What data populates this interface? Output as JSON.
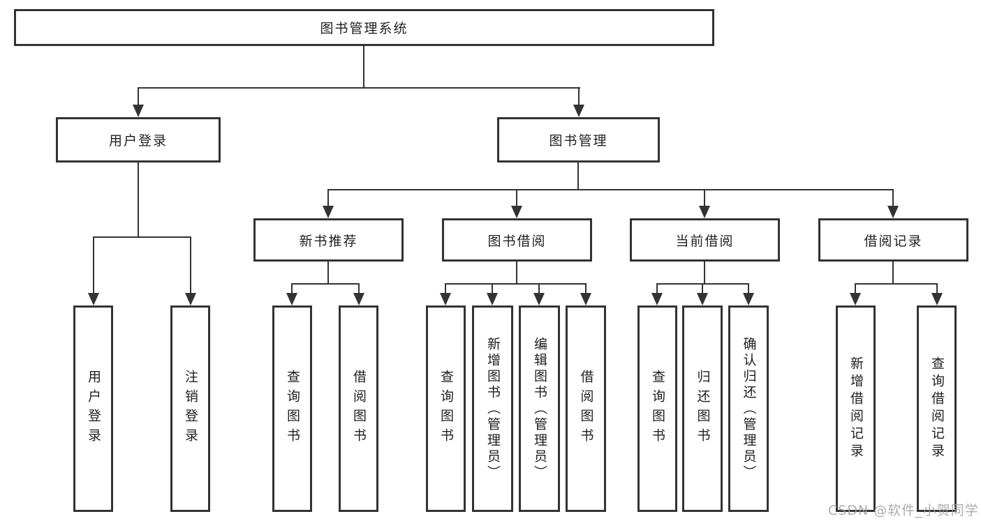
{
  "diagram": {
    "title": "图书管理系统",
    "type": "hierarchy-tree",
    "colors": {
      "line": "#333333",
      "box_border": "#333333",
      "box_fill": "#ffffff",
      "text": "#1f1f1f",
      "watermark": "#9e9e9e",
      "background": "#ffffff"
    }
  },
  "nodes": [
    {
      "id": "root",
      "level": 1,
      "label": "图书管理系统",
      "parent": null
    },
    {
      "id": "l2a",
      "level": 2,
      "label": "用户登录",
      "parent": "root"
    },
    {
      "id": "l2b",
      "level": 2,
      "label": "图书管理",
      "parent": "root"
    },
    {
      "id": "l3a",
      "level": 3,
      "label": "新书推荐",
      "parent": "l2b"
    },
    {
      "id": "l3b",
      "level": 3,
      "label": "图书借阅",
      "parent": "l2b"
    },
    {
      "id": "l3c",
      "level": 3,
      "label": "当前借阅",
      "parent": "l2b"
    },
    {
      "id": "l3d",
      "level": 3,
      "label": "借阅记录",
      "parent": "l2b"
    },
    {
      "id": "leaf1",
      "level": 4,
      "label": "用户登录",
      "parent": "l2a"
    },
    {
      "id": "leaf2",
      "level": 4,
      "label": "注销登录",
      "parent": "l2a"
    },
    {
      "id": "leaf3",
      "level": 4,
      "label": "查询图书",
      "parent": "l3a"
    },
    {
      "id": "leaf4",
      "level": 4,
      "label": "借阅图书",
      "parent": "l3a"
    },
    {
      "id": "leaf5",
      "level": 4,
      "label": "查询图书",
      "parent": "l3b"
    },
    {
      "id": "leaf6",
      "level": 4,
      "label": "新增图书（管理员）",
      "parent": "l3b"
    },
    {
      "id": "leaf7",
      "level": 4,
      "label": "编辑图书（管理员）",
      "parent": "l3b"
    },
    {
      "id": "leaf8",
      "level": 4,
      "label": "借阅图书",
      "parent": "l3b"
    },
    {
      "id": "leaf9",
      "level": 4,
      "label": "查询图书",
      "parent": "l3c"
    },
    {
      "id": "leaf10",
      "level": 4,
      "label": "归还图书",
      "parent": "l3c"
    },
    {
      "id": "leaf11",
      "level": 4,
      "label": "确认归还（管理员）",
      "parent": "l3c"
    },
    {
      "id": "leaf12",
      "level": 4,
      "label": "新增借阅记录",
      "parent": "l3d"
    },
    {
      "id": "leaf13",
      "level": 4,
      "label": "查询借阅记录",
      "parent": "l3d"
    }
  ],
  "watermark": {
    "text": "CSDN @软件_小贺同学"
  }
}
